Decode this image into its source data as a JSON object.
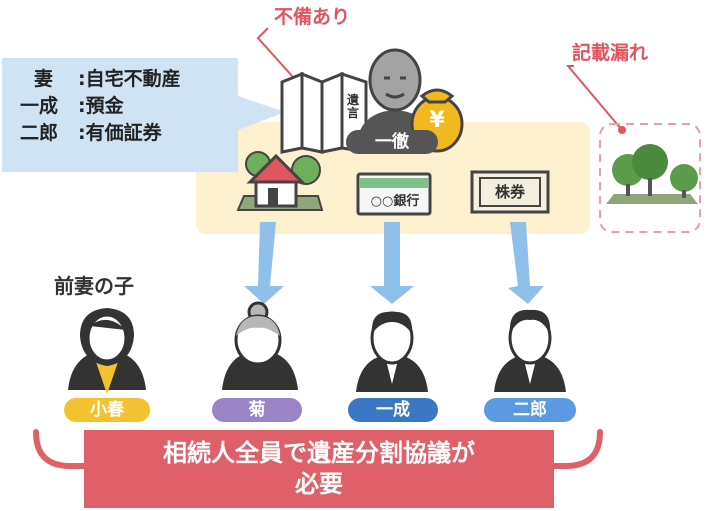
{
  "labels": {
    "incomplete": "不備あり",
    "omission": "記載漏れ",
    "former_wife_child": "前妻の子",
    "will_text": "遺言"
  },
  "assignment": [
    {
      "who": "妻",
      "what": "自宅不動産"
    },
    {
      "who": "一成",
      "what": "預金"
    },
    {
      "who": "二郎",
      "what": "有価証券"
    }
  ],
  "deceased": "一徹",
  "assets": {
    "bank_text": "○○銀行",
    "stock_text": "株券",
    "money_symbol": "¥"
  },
  "heirs": [
    {
      "name": "小春",
      "color": "#f2c230"
    },
    {
      "name": "菊",
      "color": "#9b84c6"
    },
    {
      "name": "一成",
      "color": "#3a78c6"
    },
    {
      "name": "二郎",
      "color": "#5b9ae0"
    }
  ],
  "banner": {
    "line1": "相続人全員で遺産分割協議が",
    "line2": "必要"
  },
  "colors": {
    "accent_red": "#e0555e",
    "banner_red": "#e0606a",
    "light_blue": "#cfe3f5",
    "cream": "#fdf0cf",
    "arrow_blue": "#8fc0ea"
  }
}
